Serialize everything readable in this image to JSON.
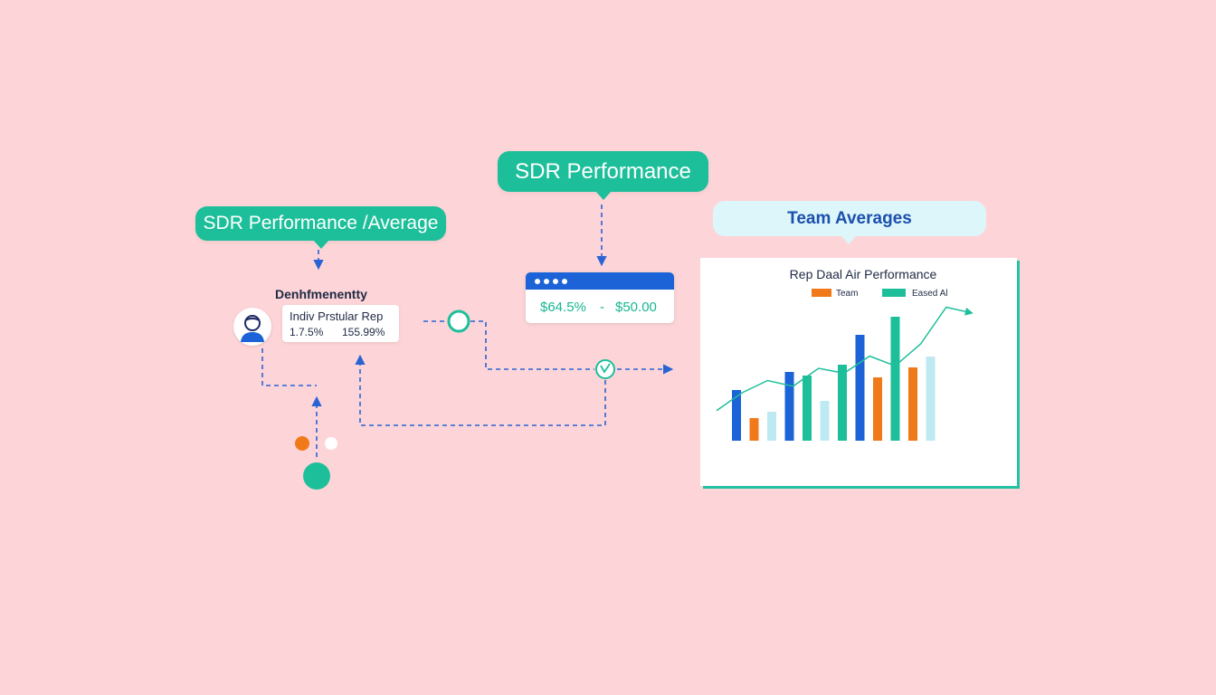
{
  "labels": {
    "sdr_average": "SDR Performance /Average",
    "sdr_performance": "SDR Performance",
    "team_averages": "Team Averages"
  },
  "rep": {
    "heading": "Denhfmenentty",
    "card_title": "Indiv Prstular Rep",
    "value_1": "1.7.5%",
    "value_2": "155.99%"
  },
  "window": {
    "value_1": "$64.5%",
    "separator": "-",
    "value_2": "$50.00"
  },
  "colors": {
    "background": "#fdd5d8",
    "green": "#1dbf9a",
    "blue": "#1b63d6",
    "orange": "#f07a1a",
    "light_blue": "#bde9f3"
  },
  "icons": {
    "avatar": "person-icon",
    "check": "check-icon"
  },
  "chart_data": {
    "type": "bar",
    "title": "Rep Daal Air Performance",
    "legend": [
      {
        "label": "Team",
        "color": "#f07a1a"
      },
      {
        "label": "Eased Al",
        "color": "#1dbf9a"
      }
    ],
    "legend_placement": "top",
    "grid": false,
    "bars": [
      {
        "color": "#1b63d6",
        "value": 56
      },
      {
        "color": "#f07a1a",
        "value": 25
      },
      {
        "color": "#bde9f3",
        "value": 32
      },
      {
        "color": "#1b63d6",
        "value": 76
      },
      {
        "color": "#1dbf9a",
        "value": 72
      },
      {
        "color": "#bde9f3",
        "value": 44
      },
      {
        "color": "#1dbf9a",
        "value": 84
      },
      {
        "color": "#1b63d6",
        "value": 117
      },
      {
        "color": "#f07a1a",
        "value": 70
      },
      {
        "color": "#1dbf9a",
        "value": 137
      },
      {
        "color": "#f07a1a",
        "value": 81
      },
      {
        "color": "#bde9f3",
        "value": 93
      }
    ],
    "trend_line": {
      "color": "#1dbf9a",
      "values": [
        18,
        40,
        55,
        48,
        70,
        64,
        85,
        73,
        100,
        145,
        138
      ]
    }
  }
}
